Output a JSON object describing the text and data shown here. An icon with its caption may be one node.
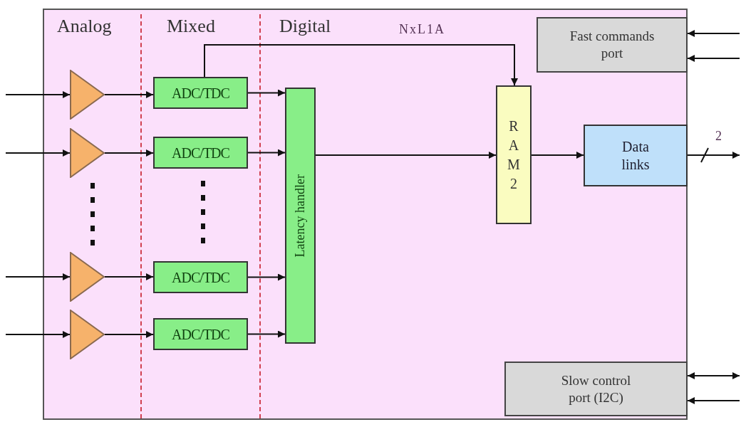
{
  "diagram": {
    "nodes": [
      {
        "text": [],
        "shape": "box"
      },
      {
        "text": [],
        "shape": "triangle",
        "in": 0
      },
      {
        "text": [],
        "shape": "triangle",
        "in": 0
      },
      {
        "text": [],
        "shape": "triangle",
        "in": 0
      },
      {
        "text": [],
        "shape": "triangle",
        "in": 0
      },
      {
        "text": [
          "ADC/TDC"
        ],
        "in": 0
      },
      {
        "text": [
          "ADC/TDC"
        ],
        "in": 0
      },
      {
        "text": [
          "ADC/TDC"
        ],
        "in": 0
      },
      {
        "text": [
          "ADC/TDC"
        ],
        "in": 0
      },
      {
        "text": [
          "Latency handler"
        ],
        "in": 0
      },
      {
        "text": [
          "RAM 2"
        ],
        "in": 0
      },
      {
        "text": [
          "Data links"
        ],
        "in": 0
      },
      {
        "text": [
          "Fast commands port"
        ],
        "in": 0
      },
      {
        "text": [
          "Slow control port (I2C)"
        ],
        "in": 0
      }
    ],
    "edges": [
      {
        "from": null,
        "to": 1,
        "arrow": "to"
      },
      {
        "from": null,
        "to": 2,
        "arrow": "to"
      },
      {
        "from": null,
        "to": 3,
        "arrow": "to"
      },
      {
        "from": null,
        "to": 4,
        "arrow": "to"
      },
      {
        "from": 1,
        "to": 5,
        "arrow": "to"
      },
      {
        "from": 2,
        "to": 6,
        "arrow": "to"
      },
      {
        "from": 3,
        "to": 7,
        "arrow": "to"
      },
      {
        "from": 4,
        "to": 8,
        "arrow": "to"
      },
      {
        "from": 5,
        "to": 9,
        "arrow": "to"
      },
      {
        "from": 6,
        "to": 9,
        "arrow": "to"
      },
      {
        "from": 7,
        "to": 9,
        "arrow": "to"
      },
      {
        "from": 8,
        "to": 9,
        "arrow": "to"
      },
      {
        "from": 5,
        "to": 10,
        "arrow": "to",
        "label": "NxL1A"
      },
      {
        "from": 9,
        "to": 10,
        "arrow": "to"
      },
      {
        "from": 10,
        "to": 11,
        "arrow": "to"
      },
      {
        "from": 11,
        "to": null,
        "arrow": "to",
        "label": "2"
      },
      {
        "from": null,
        "to": 12,
        "arrow": "to"
      },
      {
        "from": null,
        "to": 12,
        "arrow": "to"
      },
      {
        "from": 13,
        "to": null,
        "arrow": "both"
      },
      {
        "from": null,
        "to": 13,
        "arrow": "to"
      }
    ],
    "labels": [
      "Analog",
      "Mixed",
      "Digital"
    ]
  }
}
